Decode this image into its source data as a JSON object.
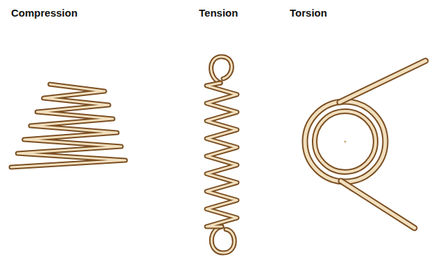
{
  "diagram": {
    "labels": [
      "Compression",
      "Tension",
      "Torsion"
    ]
  }
}
